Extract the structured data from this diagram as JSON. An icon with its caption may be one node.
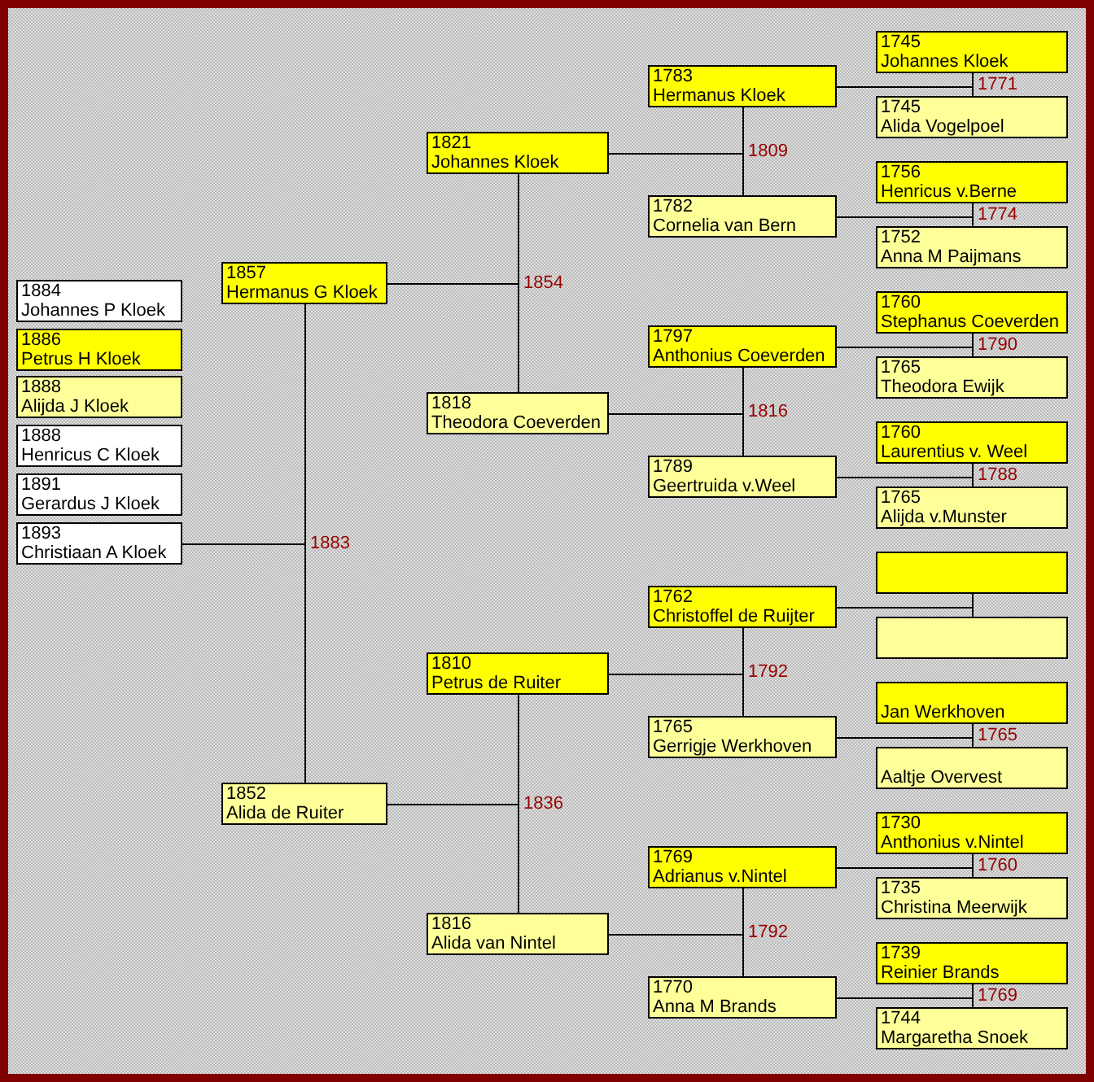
{
  "diagram": {
    "nodes": [
      {
        "text": [
          "1884",
          "Johannes P Kloek"
        ]
      },
      {
        "text": [
          "1886",
          "Petrus H Kloek"
        ]
      },
      {
        "text": [
          "1888",
          "Alijda J Kloek"
        ]
      },
      {
        "text": [
          "1888",
          "Henricus C Kloek"
        ]
      },
      {
        "text": [
          "1891",
          "Gerardus J Kloek"
        ]
      },
      {
        "text": [
          "1893",
          "Christiaan A Kloek"
        ]
      },
      {
        "text": [
          "1857",
          "Hermanus G Kloek"
        ]
      },
      {
        "text": [
          "1852",
          "Alida de Ruiter"
        ]
      },
      {
        "text": [
          "1821",
          "Johannes Kloek"
        ]
      },
      {
        "text": [
          "1818",
          "Theodora Coeverden"
        ]
      },
      {
        "text": [
          "1810",
          "Petrus de Ruiter"
        ]
      },
      {
        "text": [
          "1816",
          "Alida van Nintel"
        ]
      },
      {
        "text": [
          "1783",
          "Hermanus Kloek"
        ]
      },
      {
        "text": [
          "1782",
          "Cornelia van Bern"
        ]
      },
      {
        "text": [
          "1797",
          "Anthonius Coeverden"
        ]
      },
      {
        "text": [
          "1789",
          "Geertruida v.Weel"
        ]
      },
      {
        "text": [
          "1762",
          "Christoffel de Ruijter"
        ]
      },
      {
        "text": [
          "1765",
          "Gerrigje Werkhoven"
        ]
      },
      {
        "text": [
          "1769",
          "Adrianus v.Nintel"
        ]
      },
      {
        "text": [
          "1770",
          "Anna M Brands"
        ]
      },
      {
        "text": [
          "1745",
          "Johannes Kloek"
        ]
      },
      {
        "text": [
          "1745",
          "Alida Vogelpoel"
        ]
      },
      {
        "text": [
          "1756",
          "Henricus v.Berne"
        ]
      },
      {
        "text": [
          "1752",
          "Anna M Paijmans"
        ]
      },
      {
        "text": [
          "1760",
          "Stephanus Coeverden"
        ]
      },
      {
        "text": [
          "1765",
          "Theodora Ewijk"
        ]
      },
      {
        "text": [
          "1760",
          "Laurentius v. Weel"
        ]
      },
      {
        "text": [
          "1765",
          "Alijda v.Munster"
        ]
      },
      {
        "text": [],
        "shape": "box"
      },
      {
        "text": [],
        "shape": "box"
      },
      {
        "text": [
          "Jan Werkhoven"
        ]
      },
      {
        "text": [
          "Aaltje Overvest"
        ]
      },
      {
        "text": [
          "1730",
          "Anthonius v.Nintel"
        ]
      },
      {
        "text": [
          "1735",
          "Christina Meerwijk"
        ]
      },
      {
        "text": [
          "1739",
          "Reinier Brands"
        ]
      },
      {
        "text": [
          "1744",
          "Margaretha Snoek"
        ]
      }
    ],
    "edges": [
      {
        "from": 6,
        "to": 7,
        "arrow": "none",
        "label": "1883"
      },
      {
        "from": 5,
        "to": 6,
        "arrow": "none"
      },
      {
        "from": 5,
        "to": 7,
        "arrow": "none"
      },
      {
        "from": 8,
        "to": 9,
        "arrow": "none",
        "label": "1854"
      },
      {
        "from": 6,
        "to": 8,
        "arrow": "none"
      },
      {
        "from": 6,
        "to": 9,
        "arrow": "none"
      },
      {
        "from": 10,
        "to": 11,
        "arrow": "none",
        "label": "1836"
      },
      {
        "from": 7,
        "to": 10,
        "arrow": "none"
      },
      {
        "from": 7,
        "to": 11,
        "arrow": "none"
      },
      {
        "from": 12,
        "to": 13,
        "arrow": "none",
        "label": "1809"
      },
      {
        "from": 8,
        "to": 12,
        "arrow": "none"
      },
      {
        "from": 8,
        "to": 13,
        "arrow": "none"
      },
      {
        "from": 14,
        "to": 15,
        "arrow": "none",
        "label": "1816"
      },
      {
        "from": 9,
        "to": 14,
        "arrow": "none"
      },
      {
        "from": 9,
        "to": 15,
        "arrow": "none"
      },
      {
        "from": 16,
        "to": 17,
        "arrow": "none",
        "label": "1792"
      },
      {
        "from": 10,
        "to": 16,
        "arrow": "none"
      },
      {
        "from": 10,
        "to": 17,
        "arrow": "none"
      },
      {
        "from": 18,
        "to": 19,
        "arrow": "none",
        "label": "1792"
      },
      {
        "from": 11,
        "to": 18,
        "arrow": "none"
      },
      {
        "from": 11,
        "to": 19,
        "arrow": "none"
      },
      {
        "from": 20,
        "to": 21,
        "arrow": "none",
        "label": "1771"
      },
      {
        "from": 12,
        "to": 20,
        "arrow": "none"
      },
      {
        "from": 12,
        "to": 21,
        "arrow": "none"
      },
      {
        "from": 22,
        "to": 23,
        "arrow": "none",
        "label": "1774"
      },
      {
        "from": 13,
        "to": 22,
        "arrow": "none"
      },
      {
        "from": 13,
        "to": 23,
        "arrow": "none"
      },
      {
        "from": 24,
        "to": 25,
        "arrow": "none",
        "label": "1790"
      },
      {
        "from": 14,
        "to": 24,
        "arrow": "none"
      },
      {
        "from": 14,
        "to": 25,
        "arrow": "none"
      },
      {
        "from": 26,
        "to": 27,
        "arrow": "none",
        "label": "1788"
      },
      {
        "from": 15,
        "to": 26,
        "arrow": "none"
      },
      {
        "from": 15,
        "to": 27,
        "arrow": "none"
      },
      {
        "from": 28,
        "to": 29,
        "arrow": "none"
      },
      {
        "from": 16,
        "to": 28,
        "arrow": "none"
      },
      {
        "from": 16,
        "to": 29,
        "arrow": "none"
      },
      {
        "from": 30,
        "to": 31,
        "arrow": "none",
        "label": "1765"
      },
      {
        "from": 17,
        "to": 30,
        "arrow": "none"
      },
      {
        "from": 17,
        "to": 31,
        "arrow": "none"
      },
      {
        "from": 32,
        "to": 33,
        "arrow": "none",
        "label": "1760"
      },
      {
        "from": 18,
        "to": 32,
        "arrow": "none"
      },
      {
        "from": 18,
        "to": 33,
        "arrow": "none"
      },
      {
        "from": 34,
        "to": 35,
        "arrow": "none",
        "label": "1769"
      },
      {
        "from": 19,
        "to": 34,
        "arrow": "none"
      },
      {
        "from": 19,
        "to": 35,
        "arrow": "none"
      }
    ]
  }
}
